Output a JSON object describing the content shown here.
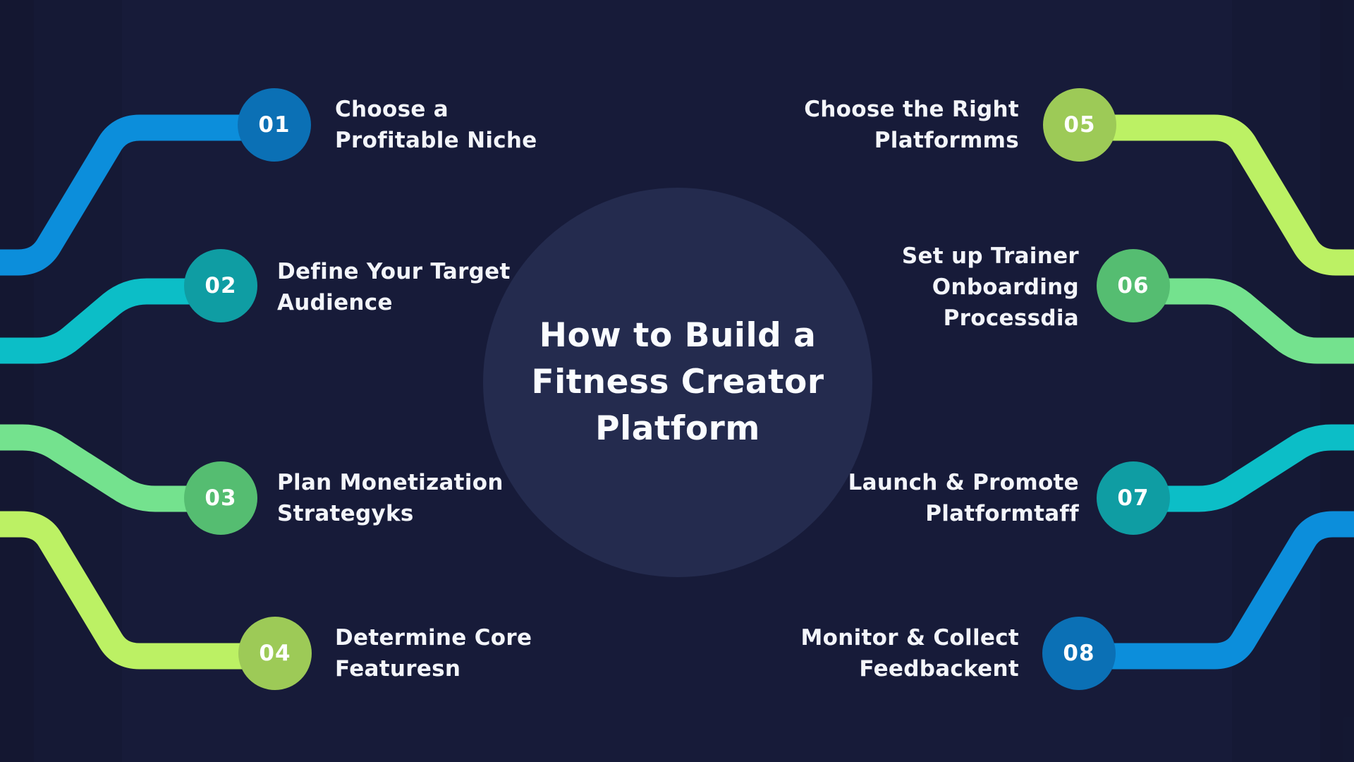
{
  "title": {
    "lines": [
      "How to Build a",
      "Fitness Creator",
      "Platform"
    ]
  },
  "colors": {
    "background": "#171b39",
    "center_circle": "#242b4e",
    "text_primary": "#f3f5fa",
    "blue_circle": "#0b70b5",
    "blue_line": "#0c8edb",
    "teal_circle": "#0f9da3",
    "teal_line": "#0cbec7",
    "green_circle": "#55bd71",
    "green_line": "#74e28e",
    "lime_circle": "#9dca57",
    "lime_line": "#bcf164"
  },
  "steps": [
    {
      "number": "01",
      "lines": [
        "Choose a",
        "Profitable Niche"
      ],
      "circle_color": "#0b70b5",
      "line_color": "#0c8edb",
      "side": "left"
    },
    {
      "number": "02",
      "lines": [
        "Define Your Target",
        "Audience"
      ],
      "circle_color": "#0f9da3",
      "line_color": "#0cbec7",
      "side": "left"
    },
    {
      "number": "03",
      "lines": [
        "Plan Monetization",
        "Strategyks"
      ],
      "circle_color": "#55bd71",
      "line_color": "#74e28e",
      "side": "left"
    },
    {
      "number": "04",
      "lines": [
        "Determine Core",
        "Featuresn"
      ],
      "circle_color": "#9dca57",
      "line_color": "#bcf164",
      "side": "left"
    },
    {
      "number": "05",
      "lines": [
        "Choose the Right",
        "Platformms"
      ],
      "circle_color": "#9dca57",
      "line_color": "#bcf164",
      "side": "right"
    },
    {
      "number": "06",
      "lines": [
        "Set up Trainer",
        "Onboarding",
        "Processdia"
      ],
      "circle_color": "#55bd71",
      "line_color": "#74e28e",
      "side": "right"
    },
    {
      "number": "07",
      "lines": [
        "Launch & Promote",
        "Platformtaff"
      ],
      "circle_color": "#0f9da3",
      "line_color": "#0cbec7",
      "side": "right"
    },
    {
      "number": "08",
      "lines": [
        "Monitor & Collect",
        "Feedbackent"
      ],
      "circle_color": "#0b70b5",
      "line_color": "#0c8edb",
      "side": "right"
    }
  ]
}
